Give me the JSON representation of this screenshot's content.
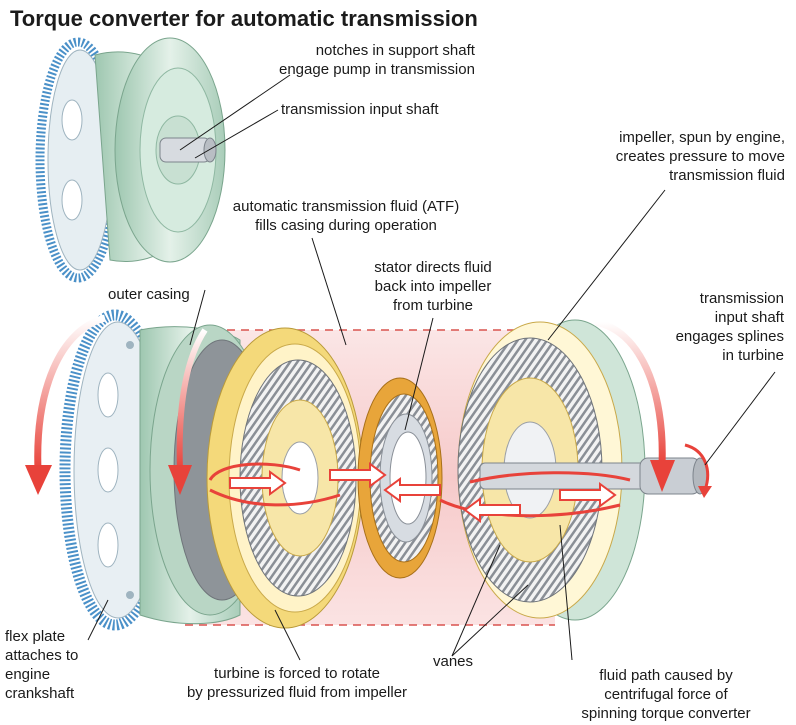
{
  "title": "Torque converter for automatic transmission",
  "labels": {
    "notches": [
      "notches in support shaft",
      "engage pump in transmission"
    ],
    "input_shaft_top": [
      "transmission input shaft"
    ],
    "impeller": [
      "impeller, spun by engine,",
      "creates pressure to move",
      "transmission fluid"
    ],
    "atf": [
      "automatic transmission fluid (ATF)",
      "fills casing during operation"
    ],
    "stator": [
      "stator directs fluid",
      "back into impeller",
      "from turbine"
    ],
    "outer_casing": [
      "outer casing"
    ],
    "input_shaft_right": [
      "transmission",
      "input shaft",
      "engages splines",
      "in turbine"
    ],
    "flex_plate": [
      "flex plate",
      "attaches to",
      "engine",
      "crankshaft"
    ],
    "turbine": [
      "turbine is forced  to rotate",
      "by pressurized fluid from impeller"
    ],
    "vanes": [
      "vanes"
    ],
    "fluid_path": [
      "fluid path caused by",
      "centrifugal force of",
      "spinning torque converter"
    ]
  },
  "colors": {
    "casing": "#cfe5d8",
    "casing_dark": "#8fb8a2",
    "gear": "#4a90c8",
    "turbine_yellow": "#f4d97a",
    "stator_orange": "#e8a53a",
    "flow_red": "#e8423a",
    "atf_pink": "#f7d3d3"
  }
}
